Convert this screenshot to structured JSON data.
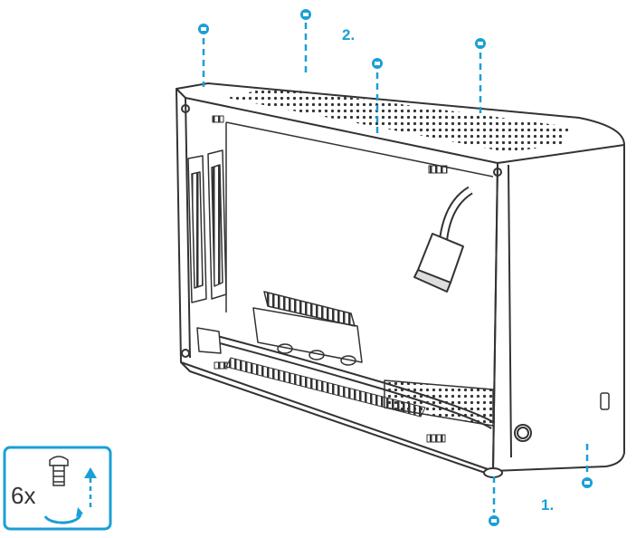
{
  "accent_color": "#1a9fd6",
  "outline_color": "#333333",
  "steps": [
    {
      "label": "2."
    },
    {
      "label": "1."
    }
  ],
  "legend": {
    "count": "6x",
    "icon": "screw-icon",
    "direction_icon": "arrow-up-icon",
    "rotation_icon": "rotate-counterclockwise-icon"
  },
  "screw_icon": "screw-icon"
}
